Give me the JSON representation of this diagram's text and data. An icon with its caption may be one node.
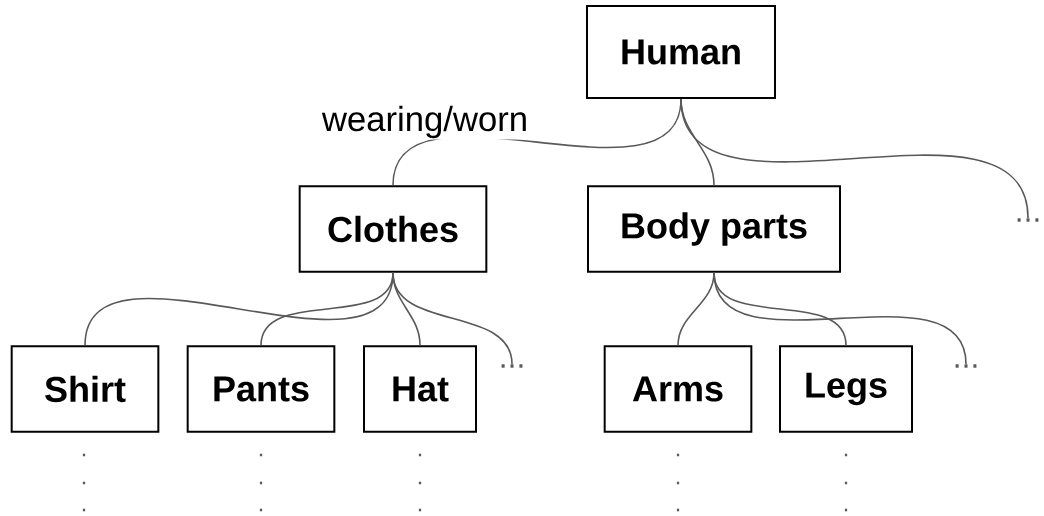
{
  "diagram": {
    "nodes": [
      {
        "text": [
          "Human"
        ]
      },
      {
        "text": [
          "Clothes"
        ]
      },
      {
        "text": [
          "Body parts"
        ]
      },
      {
        "text": [
          "..."
        ]
      },
      {
        "text": [
          "Shirt"
        ]
      },
      {
        "text": [
          "Pants"
        ]
      },
      {
        "text": [
          "Hat"
        ]
      },
      {
        "text": [
          "..."
        ]
      },
      {
        "text": [
          "Arms"
        ]
      },
      {
        "text": [
          "Legs"
        ]
      },
      {
        "text": [
          "..."
        ]
      }
    ],
    "edges": [
      {
        "from": 0,
        "to": 1,
        "arrow": "none",
        "label": "wearing/worn"
      },
      {
        "from": 0,
        "to": 2,
        "arrow": "none"
      },
      {
        "from": 0,
        "to": 3,
        "arrow": "none"
      },
      {
        "from": 1,
        "to": 4,
        "arrow": "none"
      },
      {
        "from": 1,
        "to": 5,
        "arrow": "none"
      },
      {
        "from": 1,
        "to": 6,
        "arrow": "none"
      },
      {
        "from": 1,
        "to": 7,
        "arrow": "none"
      },
      {
        "from": 2,
        "to": 8,
        "arrow": "none"
      },
      {
        "from": 2,
        "to": 9,
        "arrow": "none"
      },
      {
        "from": 2,
        "to": 10,
        "arrow": "none"
      }
    ],
    "labels": [
      ".",
      ".",
      ".",
      ".",
      ".",
      ".",
      ".",
      ".",
      ".",
      ".",
      ".",
      ".",
      ".",
      ".",
      "."
    ]
  }
}
